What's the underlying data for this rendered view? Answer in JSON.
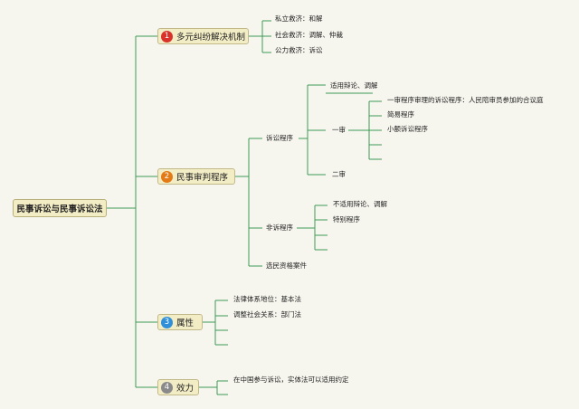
{
  "root": "民事诉讼与民事诉讼法",
  "branches": [
    {
      "num": "1",
      "color": "#d9322b",
      "label": "多元纠纷解决机制"
    },
    {
      "num": "2",
      "color": "#e37a16",
      "label": "民事审判程序"
    },
    {
      "num": "3",
      "color": "#2f8fd8",
      "label": "属性"
    },
    {
      "num": "4",
      "color": "#8a8a8a",
      "label": "效力"
    }
  ],
  "b1": [
    "私立救济：和解",
    "社会救济：调解、仲裁",
    "公力救济：诉讼"
  ],
  "b2": {
    "litigation": "诉讼程序",
    "applicable": "适用辩论、调解",
    "first": "一审",
    "first_items": [
      "一审程序审理的诉讼程序：人民陪审员参加的合议庭",
      "简易程序",
      "小额诉讼程序"
    ],
    "second": "二审",
    "non_litigation": "非诉程序",
    "not_applicable": "不适用辩论、调解",
    "special": "特别程序",
    "voter": "选民资格案件"
  },
  "b3": [
    "法律体系地位：基本法",
    "调整社会关系：部门法"
  ],
  "b4": [
    "在中国参与诉讼，实体法可以适用约定"
  ],
  "colors": {
    "line": "#3d9a55",
    "background": "#f7f6ee"
  }
}
